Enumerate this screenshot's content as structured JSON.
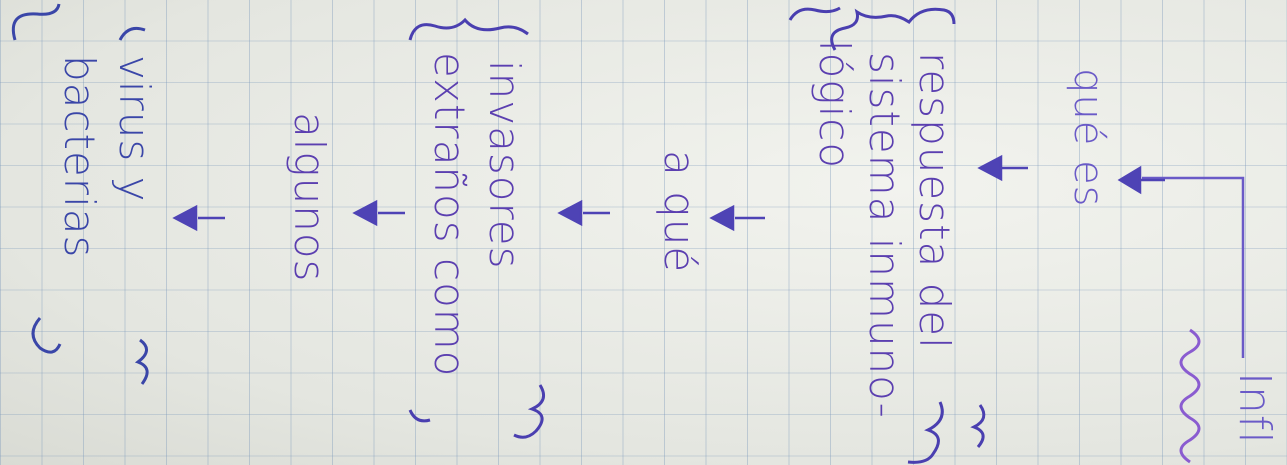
{
  "notebook_photo": {
    "title": "Infl",
    "question": "qué es",
    "answer_lines": [
      "respuesta del",
      "sistema inmuno-",
      "lógico"
    ],
    "question_2": "a qué",
    "answer_2_lines": [
      "invasores",
      "extraños como"
    ],
    "label_3": "algunos",
    "answer_3_lines": [
      "virus y",
      "bacterias"
    ]
  },
  "colors": {
    "ink_violet": "#6a5ac7",
    "ink_purple": "#5b3fb0",
    "ink_blue": "#3a46a8",
    "paper": "#eceee9",
    "grid": "#7896b9"
  }
}
